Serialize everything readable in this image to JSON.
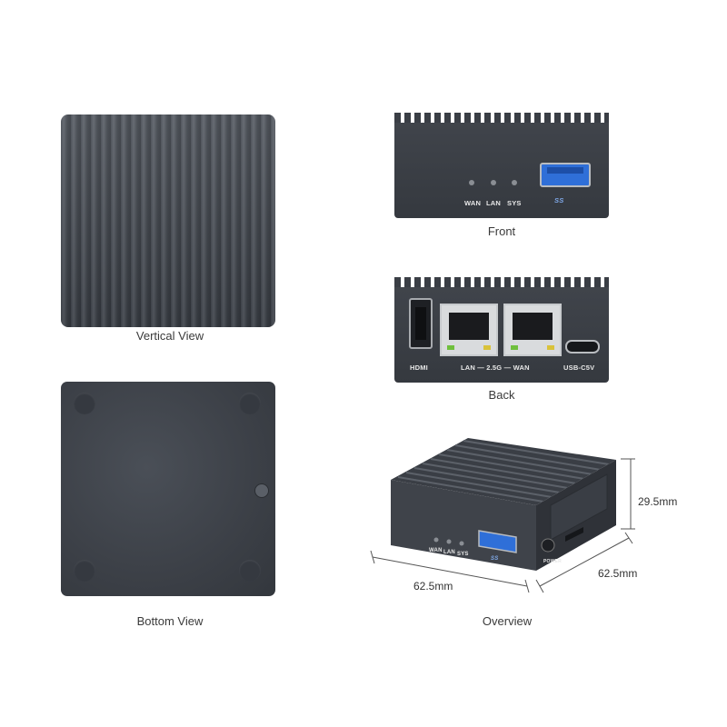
{
  "captions": {
    "vertical": "Vertical View",
    "front": "Front",
    "back": "Back",
    "bottom": "Bottom View",
    "overview": "Overview"
  },
  "front_panel": {
    "led_labels": [
      "WAN",
      "LAN",
      "SYS"
    ],
    "usb_logo": "SS"
  },
  "back_panel": {
    "hdmi": "HDMI",
    "lan_wan": "LAN — 2.5G — WAN",
    "usb_c": "USB-C5V"
  },
  "overview_device": {
    "led_labels": [
      "WAN",
      "LAN",
      "SYS"
    ],
    "usb_logo": "SS",
    "power_label": "POWER"
  },
  "dimensions": {
    "height": "29.5mm",
    "depth": "62.5mm",
    "width": "62.5mm"
  },
  "colors": {
    "body": "#3c4047",
    "body_dark": "#2c2f34",
    "usb_blue": "#2f6fd8",
    "led_green": "#6fbf3c",
    "led_yellow": "#d9c23a"
  }
}
